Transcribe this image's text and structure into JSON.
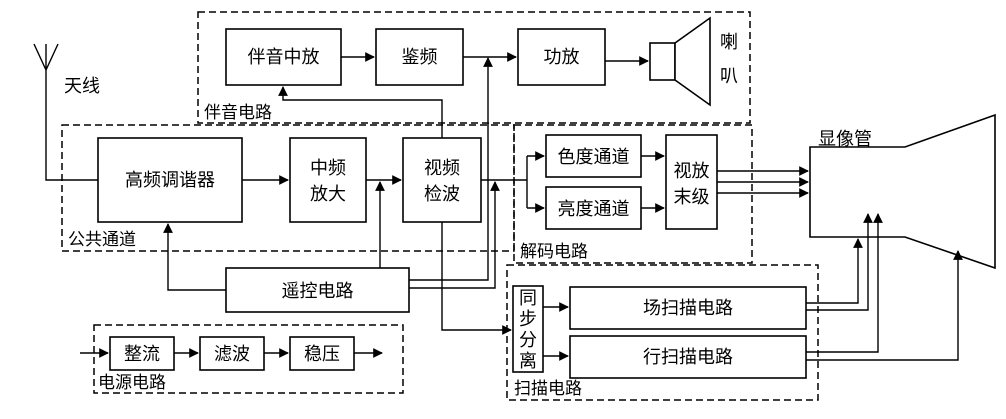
{
  "blocks": {
    "sound_if": "伴音中放",
    "discriminator": "鉴频",
    "power_amp": "功放",
    "speaker": "喇叭",
    "antenna": "天线",
    "rf_tuner": "高频调谐器",
    "if_amp": [
      "中频",
      "放大"
    ],
    "video_detector": [
      "视频",
      "检波"
    ],
    "chroma_channel": "色度通道",
    "luma_channel": "亮度通道",
    "video_output": [
      "视放",
      "末级"
    ],
    "picture_tube": "显像管",
    "remote_control": "遥控电路",
    "rectifier": "整流",
    "filter": "滤波",
    "regulator": "稳压",
    "sync_separator": [
      "同",
      "步",
      "分",
      "离"
    ],
    "field_scan": "场扫描电路",
    "line_scan": "行扫描电路"
  },
  "groups": {
    "sound": "伴音电路",
    "common": "公共通道",
    "decode": "解码电路",
    "scan": "扫描电路",
    "power": "电源电路"
  }
}
